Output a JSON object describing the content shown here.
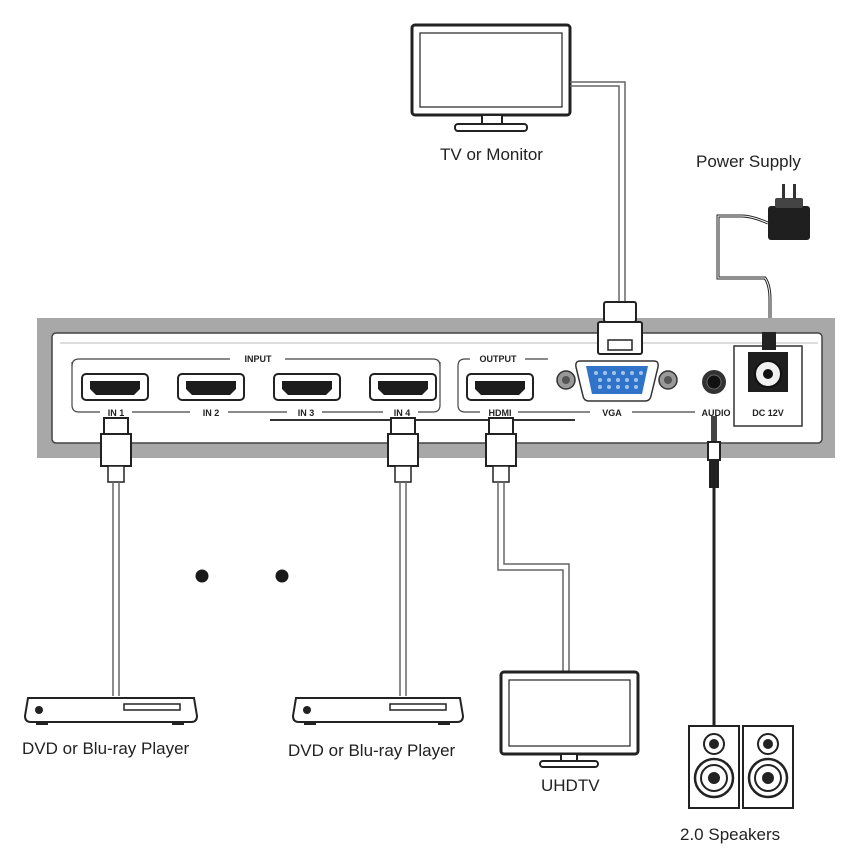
{
  "devices": {
    "tv_label": "TV or Monitor",
    "power_label": "Power Supply",
    "player1_label": "DVD or Blu-ray Player",
    "player2_label": "DVD or Blu-ray Player",
    "uhdtv_label": "UHDTV",
    "speakers_label": "2.0 Speakers"
  },
  "panel": {
    "input_group": "INPUT",
    "output_group": "OUTPUT",
    "in1": "IN 1",
    "in2": "IN 2",
    "in3": "IN 3",
    "in4": "IN 4",
    "hdmi": "HDMI",
    "vga": "VGA",
    "audio": "AUDIO",
    "dc": "DC 12V"
  },
  "colors": {
    "chassis": "#a8a8a8",
    "vga_blue": "#2f74c8",
    "cable": "#555555",
    "ink": "#222222"
  }
}
